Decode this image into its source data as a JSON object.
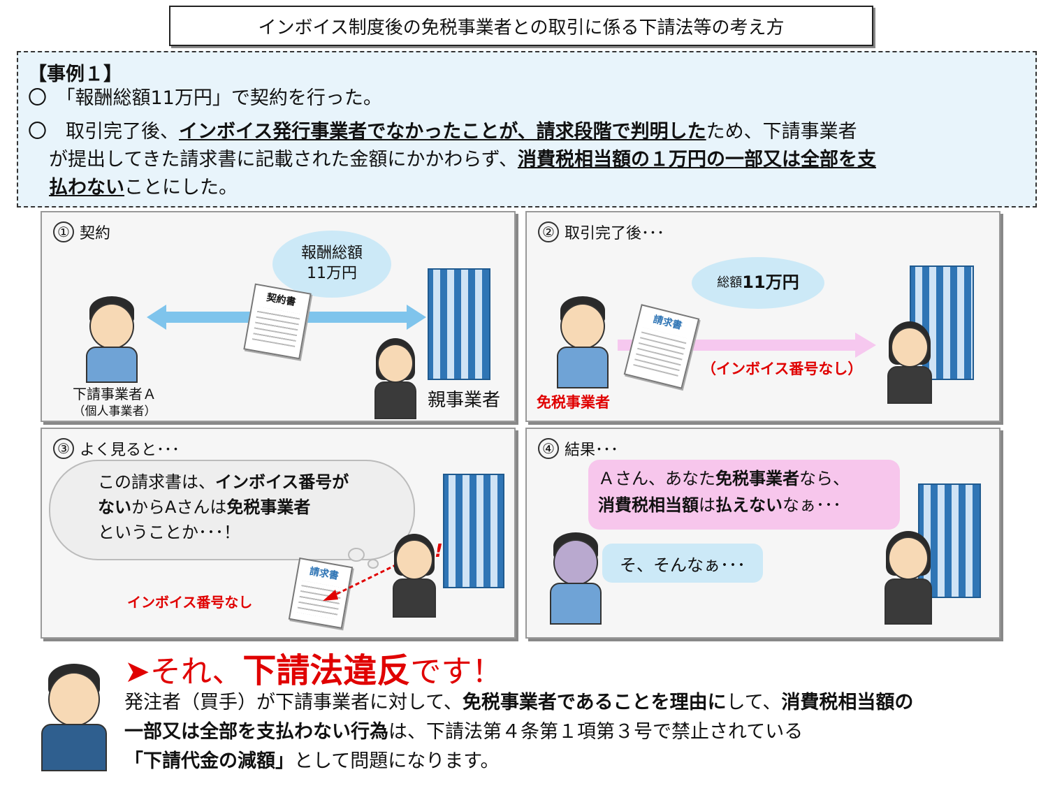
{
  "title": "インボイス制度後の免税事業者との取引に係る下請法等の考え方",
  "case": {
    "heading": "【事例１】",
    "line1": "〇　「報酬総額11万円」で契約を行った。",
    "line2_pre": "〇　取引完了後、",
    "line2_u": "インボイス発行事業者でなかったことが、請求段階で判明した",
    "line2_post": "ため、下請事業者",
    "line3_pre": "が提出してきた請求書に記載された金額にかかわらず、",
    "line3_u": "消費税相当額の１万円の一部又は全部を支",
    "line4_u": "払わない",
    "line4_post": "ことにした。"
  },
  "panel1": {
    "number": "①",
    "label": "契約",
    "bubble_line1": "報酬総額",
    "bubble_line2": "11万円",
    "doc_title": "契約書",
    "sub_label": "下請事業者Ａ",
    "sub_note": "（個人事業者）",
    "parent_label": "親事業者"
  },
  "panel2": {
    "number": "②",
    "label": "取引完了後･･･",
    "bubble_pre": "総額",
    "bubble_bold": "11万円",
    "doc_title": "請求書",
    "no_invoice": "（インボイス番号なし）",
    "exempt_label": "免税事業者"
  },
  "panel3": {
    "number": "③",
    "label": "よく見ると･･･",
    "thought_pre": "この請求書は、",
    "thought_b1": "インボイス番号が",
    "thought_b2": "ない",
    "thought_mid": "からAさんは",
    "thought_b3": "免税事業者",
    "thought_end": "ということか･･･！",
    "doc_title": "請求書",
    "no_invoice": "インボイス番号なし",
    "exclaim": "!"
  },
  "panel4": {
    "number": "④",
    "label": "結果･･･",
    "pink_pre": "Ａさん、あなた",
    "pink_b1": "免税事業者",
    "pink_mid": "なら、",
    "pink_b2": "消費税相当額",
    "pink_mid2": "は",
    "pink_b3": "払えない",
    "pink_end": "なぁ･･･",
    "blue_text": "そ、そんなぁ･･･"
  },
  "verdict": {
    "arrow": "➤",
    "pre": "それ、",
    "bold": "下請法違反",
    "post": "です！"
  },
  "explanation": {
    "p1": "発注者（買手）が下請事業者に対して、",
    "b1": "免税事業者であることを理由に",
    "p2": "して、",
    "b2": "消費税相当額の",
    "b3": "一部又は全部を支払わない行為",
    "p3": "は、下請法第４条第１項第３号で禁止されている",
    "b4": "「下請代金の減額」",
    "p4": "として問題になります。"
  },
  "colors": {
    "accent_red": "#e00000",
    "light_blue": "#cce9f7",
    "arrow_blue": "#7fc4ec",
    "arrow_pink": "#f6c8ef",
    "pink_bubble": "#f7c6ec"
  }
}
